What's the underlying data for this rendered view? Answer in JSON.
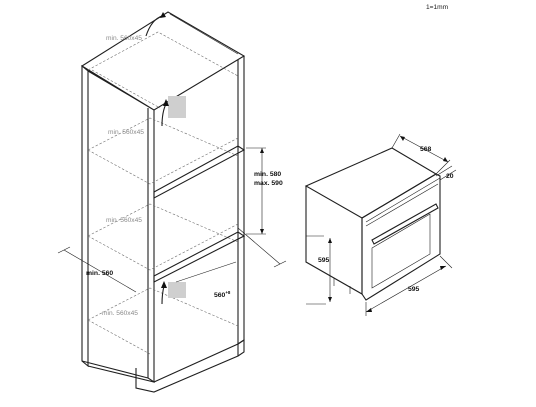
{
  "scale_note": "1=1mm",
  "cabinet": {
    "niche_labels": [
      "min. 560x45",
      "min. 560x45",
      "min. 560x45",
      "min. 560x45"
    ],
    "height_min": "min. 580",
    "height_max": "max. 590",
    "depth_min": "min. 560",
    "depth_inner": "560",
    "depth_inner_sup": "+8"
  },
  "oven": {
    "depth": "568",
    "door_offset": "20",
    "height": "595",
    "width": "595"
  }
}
